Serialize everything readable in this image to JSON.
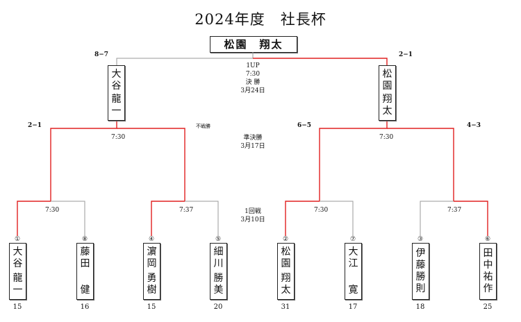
{
  "title": "2024年度　社長杯",
  "champion": "松園　翔太",
  "final": {
    "left_score": "8−7",
    "right_score": "2−1",
    "label_lines": [
      "1UP",
      "7:30",
      "決 勝",
      "3月24日"
    ],
    "left_finalist": {
      "top": [
        "大",
        "谷"
      ],
      "bottom": [
        "龍",
        "一"
      ]
    },
    "right_finalist": {
      "top": [
        "松",
        "園"
      ],
      "bottom": [
        "翔",
        "太"
      ]
    }
  },
  "semifinals": {
    "label_lines": [
      "準決勝",
      "3月17日"
    ],
    "left": {
      "left_score": "2−1",
      "right_note": "不戦勝",
      "time": "7:30"
    },
    "right": {
      "left_score": "6−5",
      "right_score": "4−3",
      "time": "7:30"
    }
  },
  "first_round": {
    "label_lines": [
      "1回戦",
      "3月10日"
    ],
    "matches": [
      {
        "time": "7:30"
      },
      {
        "time": "7:37"
      },
      {
        "time": "7:30"
      },
      {
        "time": "7:37"
      }
    ]
  },
  "players": [
    {
      "seed": "①",
      "top": [
        "大",
        "谷"
      ],
      "bottom": [
        "龍",
        "一"
      ],
      "number": "15"
    },
    {
      "seed": "⑧",
      "top": [
        "藤",
        "田"
      ],
      "bottom": [
        "健"
      ],
      "number": "16"
    },
    {
      "seed": "④",
      "top": [
        "濵",
        "岡"
      ],
      "bottom": [
        "勇",
        "樹"
      ],
      "number": "15"
    },
    {
      "seed": "⑤",
      "top": [
        "細",
        "川"
      ],
      "bottom": [
        "勝",
        "美"
      ],
      "number": "20"
    },
    {
      "seed": "②",
      "top": [
        "松",
        "園"
      ],
      "bottom": [
        "翔",
        "太"
      ],
      "number": "31"
    },
    {
      "seed": "⑦",
      "top": [
        "大",
        "江"
      ],
      "bottom": [
        "寛"
      ],
      "number": "17"
    },
    {
      "seed": "③",
      "top": [
        "伊",
        "藤",
        "勝",
        "則"
      ],
      "bottom": [],
      "number": "18"
    },
    {
      "seed": "⑥",
      "top": [
        "田",
        "中",
        "祐",
        "作"
      ],
      "bottom": [],
      "number": "25"
    }
  ],
  "colors": {
    "winner_line": "#e02020",
    "loser_line": "#9a9a9a"
  }
}
